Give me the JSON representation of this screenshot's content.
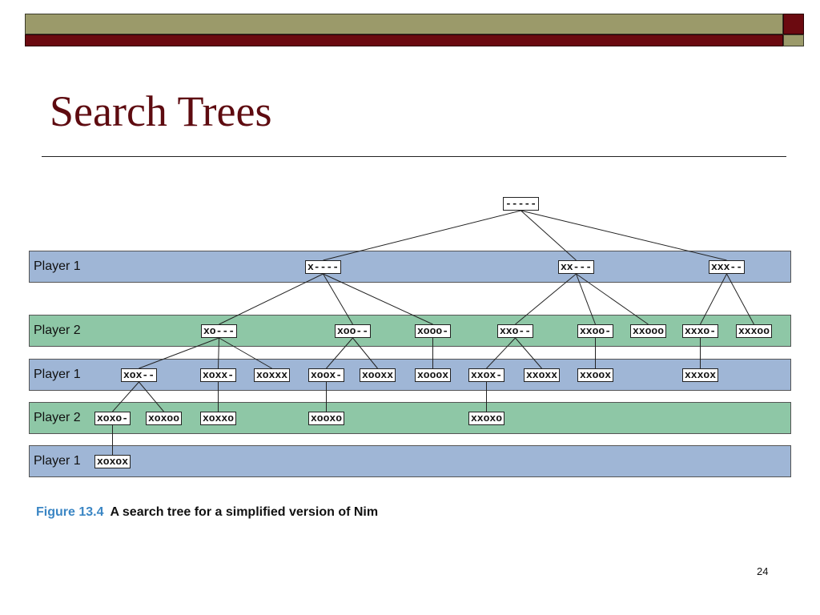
{
  "slide": {
    "title": "Search Trees",
    "page_number": "24"
  },
  "caption": {
    "figure_number": "Figure 13.4",
    "text": "A search tree for a simplified version of Nim"
  },
  "bands": [
    {
      "label": "Player 1"
    },
    {
      "label": "Player 2"
    },
    {
      "label": "Player 1"
    },
    {
      "label": "Player 2"
    },
    {
      "label": "Player 1"
    }
  ],
  "nodes": [
    {
      "label": "-----"
    },
    {
      "label": "x----"
    },
    {
      "label": "xx---"
    },
    {
      "label": "xxx--"
    },
    {
      "label": "xo---"
    },
    {
      "label": "xoo--"
    },
    {
      "label": "xooo-"
    },
    {
      "label": "xxo--"
    },
    {
      "label": "xxoo-"
    },
    {
      "label": "xxooo"
    },
    {
      "label": "xxxo-"
    },
    {
      "label": "xxxoo"
    },
    {
      "label": "xox--"
    },
    {
      "label": "xoxx-"
    },
    {
      "label": "xoxxx"
    },
    {
      "label": "xoox-"
    },
    {
      "label": "xooxx"
    },
    {
      "label": "xooox"
    },
    {
      "label": "xxox-"
    },
    {
      "label": "xxoxx"
    },
    {
      "label": "xxoox"
    },
    {
      "label": "xxxox"
    },
    {
      "label": "xoxo-"
    },
    {
      "label": "xoxoo"
    },
    {
      "label": "xoxxo"
    },
    {
      "label": "xooxo"
    },
    {
      "label": "xxoxo"
    },
    {
      "label": "xoxox"
    }
  ],
  "edges": [
    [
      "-----",
      "x----"
    ],
    [
      "-----",
      "xx---"
    ],
    [
      "-----",
      "xxx--"
    ],
    [
      "x----",
      "xo---"
    ],
    [
      "x----",
      "xoo--"
    ],
    [
      "x----",
      "xooo-"
    ],
    [
      "xx---",
      "xxo--"
    ],
    [
      "xx---",
      "xxoo-"
    ],
    [
      "xx---",
      "xxooo"
    ],
    [
      "xxx--",
      "xxxo-"
    ],
    [
      "xxx--",
      "xxxoo"
    ],
    [
      "xo---",
      "xox--"
    ],
    [
      "xo---",
      "xoxx-"
    ],
    [
      "xo---",
      "xoxxx"
    ],
    [
      "xoo--",
      "xoox-"
    ],
    [
      "xoo--",
      "xooxx"
    ],
    [
      "xooo-",
      "xooox"
    ],
    [
      "xxo--",
      "xxox-"
    ],
    [
      "xxo--",
      "xxoxx"
    ],
    [
      "xxoo-",
      "xxoox"
    ],
    [
      "xxxo-",
      "xxxox"
    ],
    [
      "xox--",
      "xoxo-"
    ],
    [
      "xox--",
      "xoxoo"
    ],
    [
      "xoxx-",
      "xoxxo"
    ],
    [
      "xoox-",
      "xooxo"
    ],
    [
      "xxox-",
      "xxoxo"
    ],
    [
      "xoxo-",
      "xoxox"
    ]
  ]
}
